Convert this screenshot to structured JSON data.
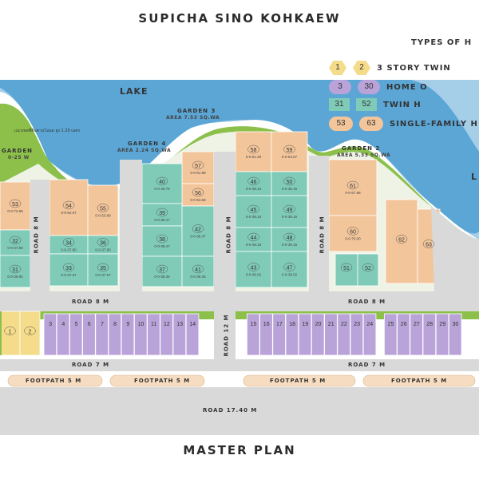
{
  "title": "SUPICHA SINO  KOHKAEW",
  "bottom_title": "MASTER PLAN",
  "legend": {
    "heading": "TYPES OF H",
    "items": [
      {
        "a": "1",
        "b": "2",
        "label": "3 STORY TWIN",
        "color": "#f4dc8a"
      },
      {
        "a": "3",
        "b": "30",
        "label": "HOME O",
        "color": "#b9a3d8"
      },
      {
        "a": "31",
        "b": "52",
        "label": "TWIN H",
        "color": "#7fcbb8"
      },
      {
        "a": "53",
        "b": "63",
        "label": "SINGLE-FAMILY H",
        "color": "#f3c59a"
      }
    ]
  },
  "labels": {
    "lake": "LAKE",
    "lake_right": "L",
    "garden_left": "GARDEN",
    "garden_left_area": "0-25 W",
    "garden3": "GARDEN 3",
    "garden3_area": "AREA 7.53 SQ.WA",
    "garden4": "GARDEN 4",
    "garden4_area": "AREA 2.24 SQ.WA",
    "garden2": "GARDEN 2",
    "garden2_area": "AREA 5.33 SQ.WA",
    "road8_v1": "ROAD 8 M",
    "road8_v2": "ROAD 8 M",
    "road8_v3": "ROAD 8 M",
    "road8_h_left": "ROAD 8 M",
    "road8_h_right": "ROAD 8 M",
    "road12": "ROAD 12 M",
    "road7_left": "ROAD 7 M",
    "road7_right": "ROAD 7 M",
    "road1740": "ROAD 17.40 M",
    "footpath": [
      "FOOTPATH 5 M",
      "FOOTPATH 5 M",
      "FOOTPATH 5 M",
      "FOOTPATH 5 M"
    ],
    "note": "แนวเขตที่ดินตามโฉนด สูง 1.20 เมตร"
  },
  "lots": {
    "single": [
      "53",
      "54",
      "55",
      "56",
      "57",
      "58",
      "59",
      "60",
      "61",
      "62",
      "63"
    ],
    "twin": [
      "31",
      "32",
      "33",
      "34",
      "35",
      "36",
      "37",
      "38",
      "39",
      "40",
      "41",
      "42",
      "43",
      "44",
      "45",
      "46",
      "47",
      "48",
      "49",
      "50",
      "51",
      "52"
    ],
    "home_office": [
      "3",
      "4",
      "5",
      "6",
      "7",
      "8",
      "9",
      "10",
      "11",
      "12",
      "13",
      "14",
      "15",
      "16",
      "17",
      "18",
      "19",
      "20",
      "21",
      "22",
      "23",
      "24",
      "25",
      "26",
      "27",
      "28",
      "29",
      "30"
    ],
    "three_story": [
      "1",
      "2"
    ]
  },
  "lot_areas": {
    "54": "0-0-64.67",
    "55": "0-0-53.68",
    "53": "0-0-72.68",
    "34": "0-0-37.80",
    "36": "0-0-37.80",
    "33": "0-0-37.67",
    "35": "0-0-37.67",
    "40": "0-0-40.79",
    "39": "0-0-38.47",
    "38": "0-0-38.47",
    "37": "0-0-38.35",
    "57": "0-0-51.99",
    "56": "0-0-53.68",
    "42": "0-0-38.47",
    "41": "0-0-38.35",
    "58": "0-0-51.28",
    "59": "0-0-53.67",
    "46": "0-0-39.15",
    "50": "0-0-39.15",
    "45": "0-0-39.15",
    "49": "0-0-39.15",
    "44": "0-0-39.15",
    "48": "0-0-39.15",
    "43": "0-0-39.02",
    "47": "0-0-39.02",
    "61": "0-0-67.68",
    "60": "0-0-70.00",
    "32": "0-0-37.80",
    "31": "0-0-38.95"
  },
  "colors": {
    "lake": "#5ba6d6",
    "road": "#d9d9d9",
    "grass": "#8cc04b",
    "single": "#f3c59a",
    "twin": "#7fcbb8",
    "home_office": "#b9a3d8",
    "three_story": "#f4dc8a",
    "footpath": "#f6dcc0"
  }
}
